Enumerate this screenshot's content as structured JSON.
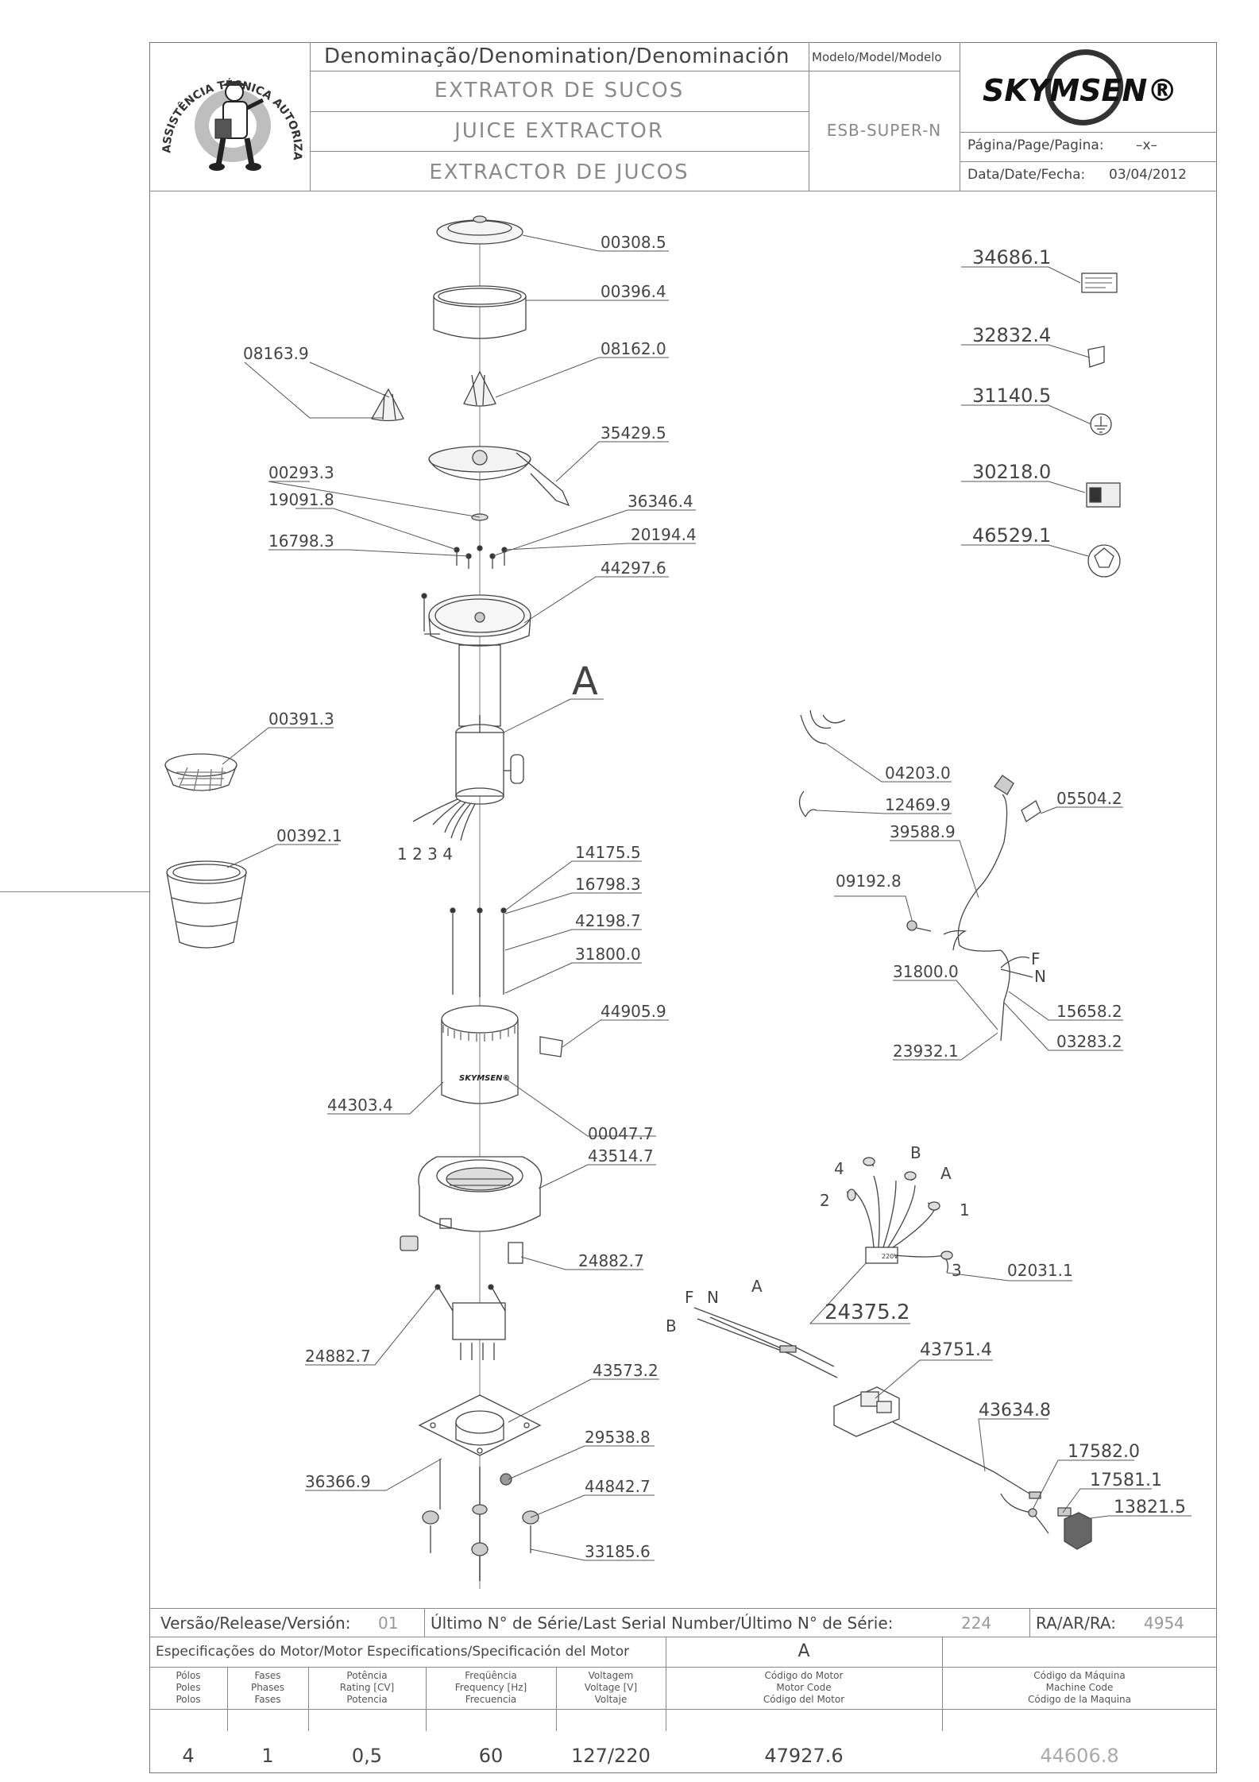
{
  "header": {
    "stamp_text": "ASSISTÊNCIA TÉCNICA AUTORIZADA",
    "denomination_label": "Denominação/Denomination/Denominación",
    "name_pt": "EXTRATOR DE SUCOS",
    "name_en": "JUICE EXTRACTOR",
    "name_es": "EXTRACTOR DE JUCOS",
    "model_label": "Modelo/Model/Modelo",
    "model_value": "ESB-SUPER-N",
    "brand": "SKYMSEN®",
    "page_label": "Página/Page/Pagina:",
    "page_value": "–x–",
    "date_label": "Data/Date/Fecha:",
    "date_value": "03/04/2012"
  },
  "parts": {
    "p00308_5": "00308.5",
    "p00396_4": "00396.4",
    "p08163_9": "08163.9",
    "p08162_0": "08162.0",
    "p35429_5": "35429.5",
    "p00293_3": "00293.3",
    "p19091_8": "19091.8",
    "p16798_3a": "16798.3",
    "p36346_4": "36346.4",
    "p20194_4": "20194.4",
    "p44297_6": "44297.6",
    "assembly_A": "A",
    "p00391_3": "00391.3",
    "p00392_1": "00392.1",
    "wire_nums": "1 2 3 4",
    "p14175_5": "14175.5",
    "p16798_3b": "16798.3",
    "p42198_7": "42198.7",
    "p31800_0a": "31800.0",
    "p44905_9": "44905.9",
    "p44303_4": "44303.4",
    "p00047_7": "00047.7",
    "p43514_7": "43514.7",
    "p24882_7a": "24882.7",
    "p24882_7b": "24882.7",
    "p43573_2": "43573.2",
    "p29538_8": "29538.8",
    "p36366_9": "36366.9",
    "p44842_7": "44842.7",
    "p33185_6": "33185.6",
    "p34686_1": "34686.1",
    "p32832_4": "32832.4",
    "p31140_5": "31140.5",
    "p30218_0": "30218.0",
    "p46529_1": "46529.1",
    "p04203_0": "04203.0",
    "p12469_9": "12469.9",
    "p05504_2": "05504.2",
    "p39588_9": "39588.9",
    "p09192_8": "09192.8",
    "wire_F": "F",
    "wire_N": "N",
    "p31800_0b": "31800.0",
    "p15658_2": "15658.2",
    "p03283_2": "03283.2",
    "p23932_1": "23932.1",
    "term_4": "4",
    "term_B": "B",
    "term_A": "A",
    "term_2": "2",
    "term_1": "1",
    "term_3": "3",
    "p02031_1": "02031.1",
    "p24375_2": "24375.2",
    "cable_F": "F",
    "cable_N": "N",
    "cable_A": "A",
    "cable_B": "B",
    "p43751_4": "43751.4",
    "p43634_8": "43634.8",
    "p17582_0": "17582.0",
    "p17581_1": "17581.1",
    "p13821_5": "13821.5"
  },
  "footer": {
    "version_label": "Versão/Release/Versión:",
    "version_value": "01",
    "serial_label": "Último N° de Série/Last Serial Number/Último N° de Série:",
    "serial_value": "224",
    "ra_label": "RA/AR/RA:",
    "ra_value": "4954",
    "motor_spec_label": "Especificações do Motor/Motor Especifications/Specificación del Motor",
    "motor_assembly": "A",
    "cols": [
      {
        "h1": "Pólos",
        "h2": "Poles",
        "h3": "Polos",
        "value": "4"
      },
      {
        "h1": "Fases",
        "h2": "Phases",
        "h3": "Fases",
        "value": "1"
      },
      {
        "h1": "Potência",
        "h2": "Rating [CV]",
        "h3": "Potencia",
        "value": "0,5"
      },
      {
        "h1": "Freqüência",
        "h2": "Frequency [Hz]",
        "h3": "Frecuencia",
        "value": "60"
      },
      {
        "h1": "Voltagem",
        "h2": "Voltage [V]",
        "h3": "Voltaje",
        "value": "127/220"
      },
      {
        "h1": "Código do Motor",
        "h2": "Motor Code",
        "h3": "Código del Motor",
        "value": "47927.6"
      },
      {
        "h1": "Código da Máquina",
        "h2": "Machine Code",
        "h3": "Código de la Maquina",
        "value": "44606.8"
      }
    ]
  }
}
